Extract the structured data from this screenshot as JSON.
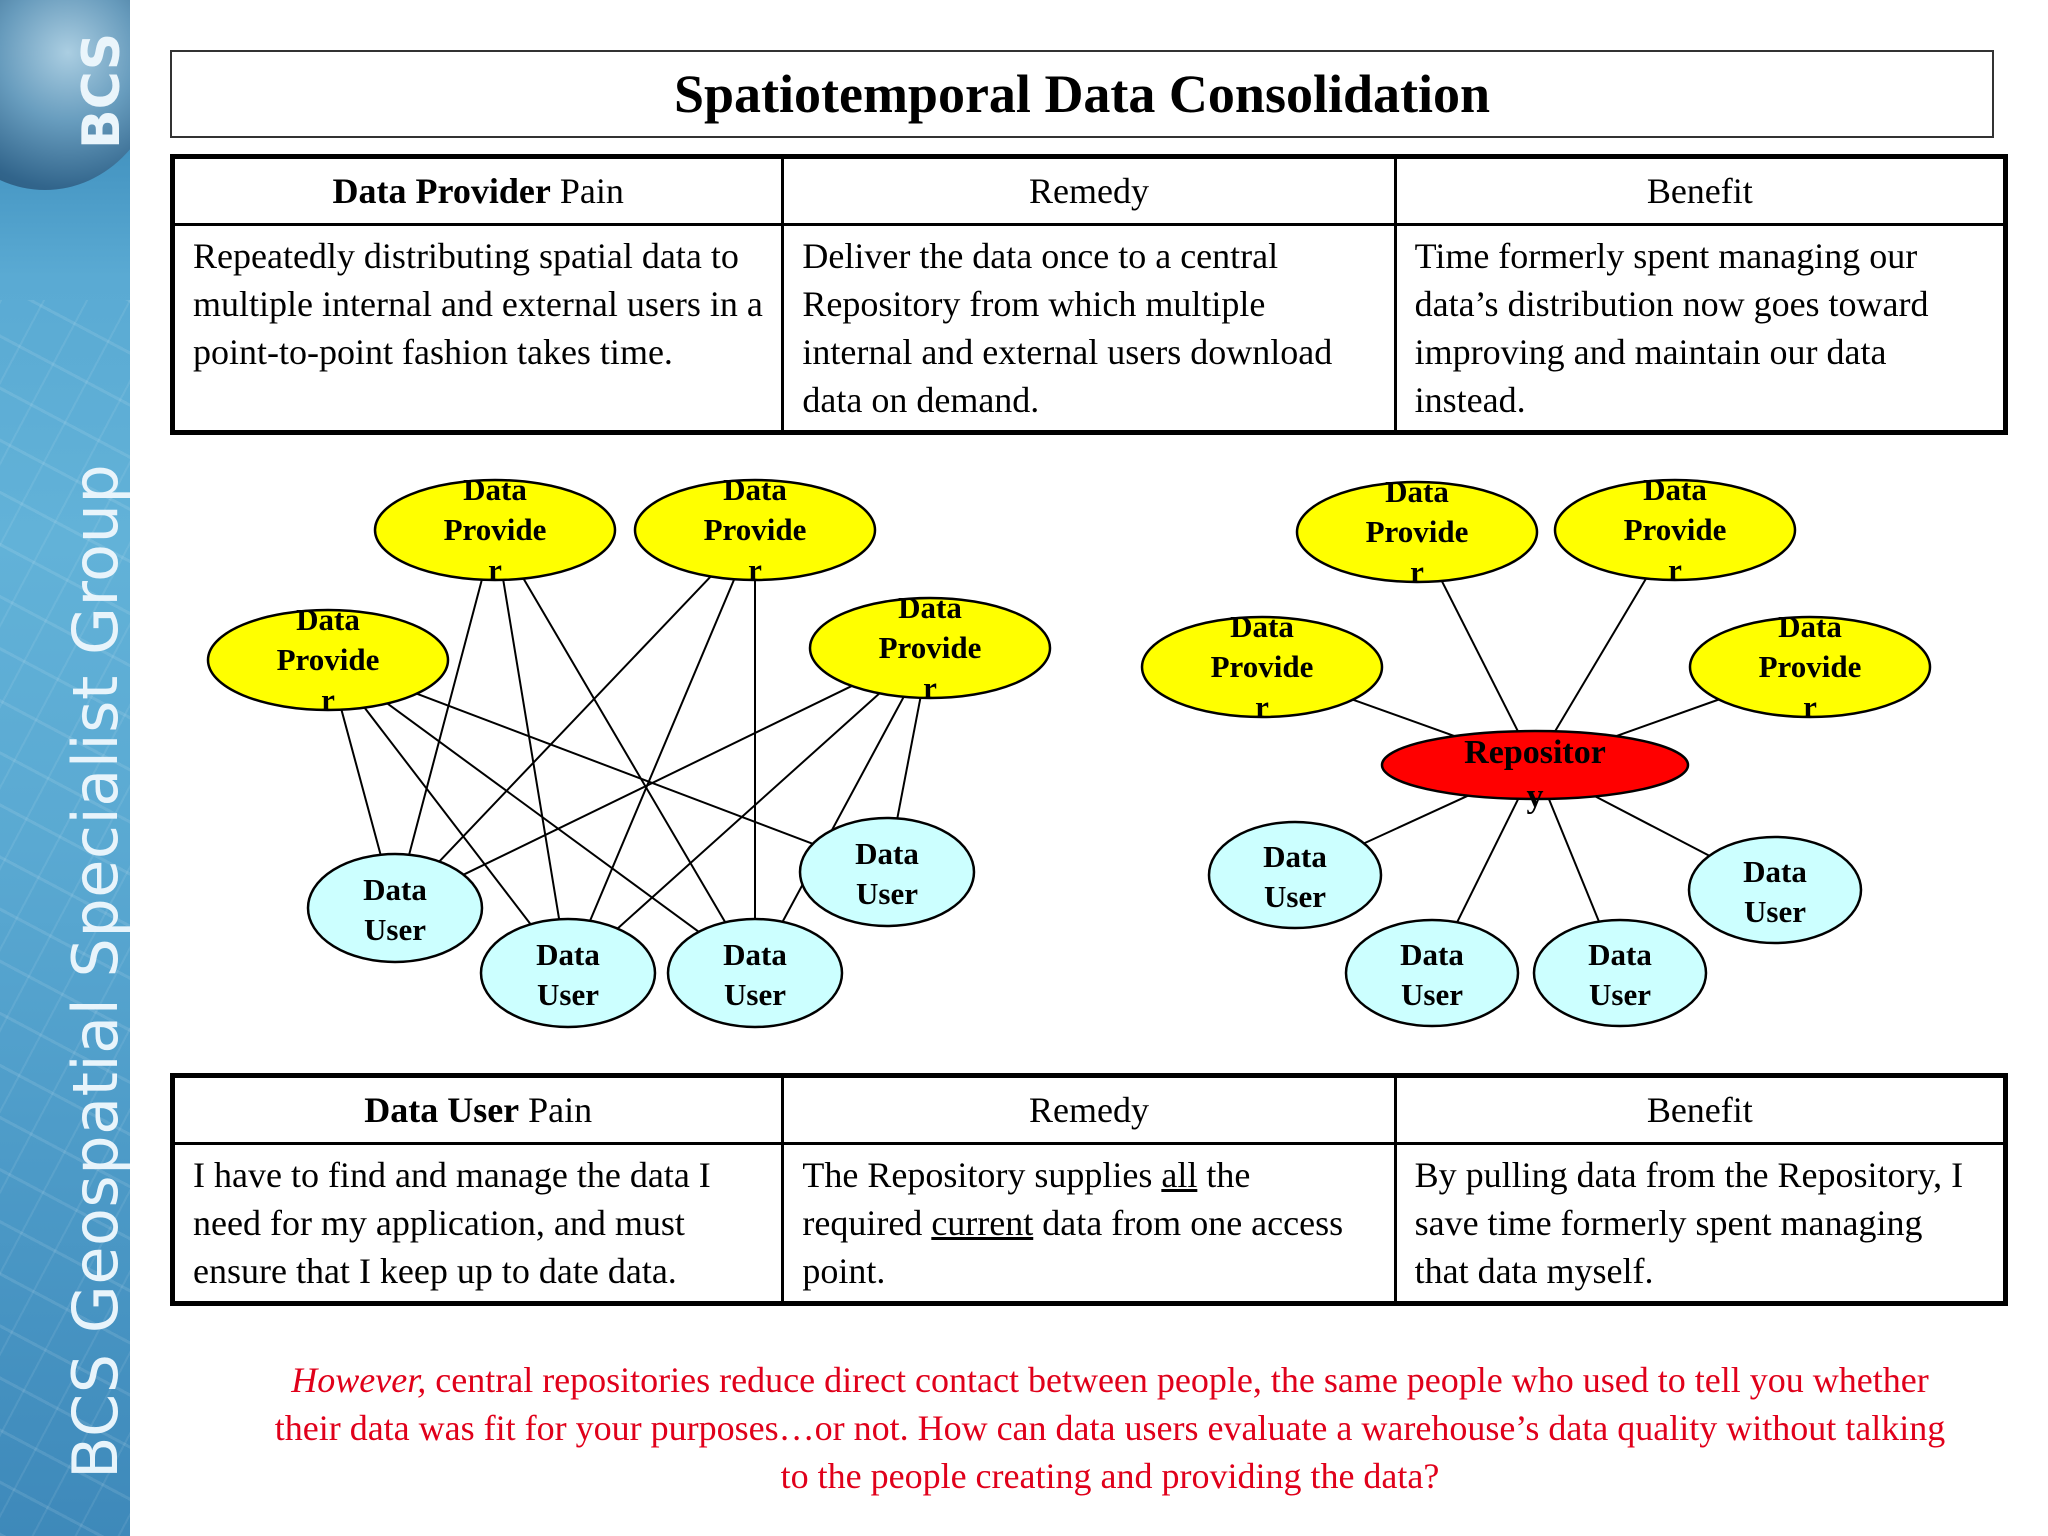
{
  "sidebar": {
    "brand_text": "BCS Geospatial Specialist Group",
    "logo_text": "BCS"
  },
  "title": "Spatiotemporal Data Consolidation",
  "provider_table": {
    "header_bold": "Data Provider",
    "header_rest": " Pain",
    "remedy_header": "Remedy",
    "benefit_header": "Benefit",
    "pain": "Repeatedly distributing spatial data to multiple internal and external users in a point-to-point fashion takes time.",
    "remedy": "Deliver the data once to a central Repository from which multiple internal and external users download data on demand.",
    "benefit": "Time formerly spent managing our data’s distribution now goes toward improving and maintain our data instead."
  },
  "user_table": {
    "header_bold": "Data User",
    "header_rest": " Pain",
    "remedy_header": "Remedy",
    "benefit_header": "Benefit",
    "pain": "I have to find and manage the data I need for my application, and must ensure that I keep up to date data.",
    "remedy_p1": "The Repository supplies ",
    "remedy_u1": "all",
    "remedy_p2": " the required ",
    "remedy_u2": "current",
    "remedy_p3": " data from one access point.",
    "benefit": "By pulling data from the Repository, I save time formerly spent managing that data myself."
  },
  "diagram": {
    "provider_label_lines": [
      "Data",
      "Provide",
      "r"
    ],
    "user_label_lines": [
      "Data",
      "User"
    ],
    "repository_label_lines": [
      "Repositor",
      "y"
    ],
    "colors": {
      "provider": "#ffff00",
      "user": "#ccffff",
      "repository": "#ff0000"
    }
  },
  "footer": {
    "italic": "However,",
    "text": " central repositories reduce direct contact between people, the same people who used to tell you whether their data was fit for your purposes…or not.  How can data users evaluate a warehouse’s data quality without talking to the people creating and providing the data?"
  }
}
